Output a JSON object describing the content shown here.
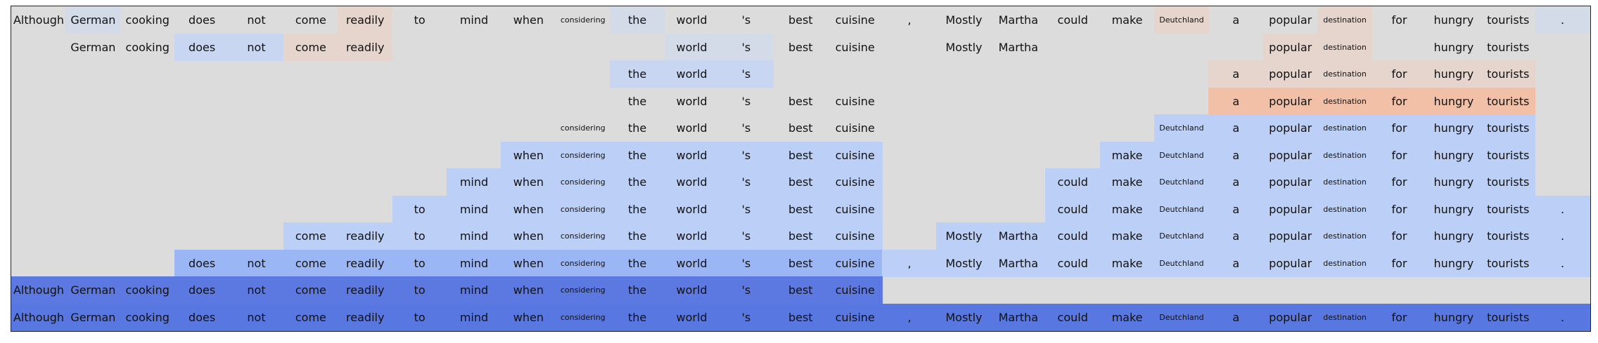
{
  "tokens": [
    "Although",
    "German",
    "cooking",
    "does",
    "not",
    "come",
    "readily",
    "to",
    "mind",
    "when",
    "considering",
    "the",
    "world",
    "'s",
    "best",
    "cuisine",
    ",",
    "Mostly",
    "Martha",
    "could",
    "make",
    "Deutchland",
    "a",
    "popular",
    "destination",
    "for",
    "hungry",
    "tourists",
    "."
  ],
  "small_tokens": [
    10,
    21,
    24
  ],
  "colors": {
    "empty": "#dcdcdc",
    "B1": "#d3dbe9",
    "B2": "#c9d6f1",
    "B3": "#bccff6",
    "B4": "#9bb6f5",
    "B5": "#5b79e0",
    "B6": "#5877e0",
    "R1": "#e6d5cd",
    "R2": "#eec8b6",
    "R3": "#f1c0a6"
  },
  "rows": [
    {
      "cells": {
        "0": "N",
        "1": "B1",
        "2": "N",
        "3": "N",
        "4": "N",
        "5": "N",
        "6": "R1",
        "7": "N",
        "8": "N",
        "9": "N",
        "10": "N",
        "11": "B1",
        "12": "N",
        "13": "N",
        "14": "N",
        "15": "N",
        "16": "N",
        "17": "N",
        "18": "N",
        "19": "N",
        "20": "N",
        "21": "R1",
        "22": "N",
        "23": "N",
        "24": "R1",
        "25": "N",
        "26": "N",
        "27": "N",
        "28": "B1"
      }
    },
    {
      "cells": {
        "1": "N",
        "2": "N",
        "3": "B2",
        "4": "B2",
        "5": "R1",
        "6": "R1",
        "12": "B1",
        "13": "B1",
        "14": "N",
        "15": "N",
        "17": "N",
        "18": "N",
        "23": "R1",
        "24": "R1",
        "26": "N",
        "27": "N"
      }
    },
    {
      "cells": {
        "11": "B2",
        "12": "B2",
        "13": "B2",
        "22": "R1",
        "23": "R1",
        "24": "R1",
        "25": "R1",
        "26": "R1",
        "27": "R1"
      }
    },
    {
      "cells": {
        "11": "N",
        "12": "N",
        "13": "N",
        "14": "N",
        "15": "N",
        "22": "R3",
        "23": "R3",
        "24": "R3",
        "25": "R3",
        "26": "R3",
        "27": "R3"
      }
    },
    {
      "cells": {
        "10": "N",
        "11": "N",
        "12": "N",
        "13": "N",
        "14": "N",
        "15": "N",
        "21": "B3",
        "22": "B3",
        "23": "B3",
        "24": "B3",
        "25": "B3",
        "26": "B3",
        "27": "B3"
      }
    },
    {
      "cells": {
        "9": "B3",
        "10": "B3",
        "11": "B3",
        "12": "B3",
        "13": "B3",
        "14": "B3",
        "15": "B3",
        "20": "B3",
        "21": "B3",
        "22": "B3",
        "23": "B3",
        "24": "B3",
        "25": "B3",
        "26": "B3",
        "27": "B3"
      }
    },
    {
      "cells": {
        "8": "B3",
        "9": "B3",
        "10": "B3",
        "11": "B3",
        "12": "B3",
        "13": "B3",
        "14": "B3",
        "15": "B3",
        "19": "B3",
        "20": "B3",
        "21": "B3",
        "22": "B3",
        "23": "B3",
        "24": "B3",
        "25": "B3",
        "26": "B3",
        "27": "B3"
      }
    },
    {
      "cells": {
        "7": "B3",
        "8": "B3",
        "9": "B3",
        "10": "B3",
        "11": "B3",
        "12": "B3",
        "13": "B3",
        "14": "B3",
        "15": "B3",
        "19": "B3",
        "20": "B3",
        "21": "B3",
        "22": "B3",
        "23": "B3",
        "24": "B3",
        "25": "B3",
        "26": "B3",
        "27": "B3",
        "28": "B3"
      }
    },
    {
      "cells": {
        "5": "B3",
        "6": "B3",
        "7": "B3",
        "8": "B3",
        "9": "B3",
        "10": "B3",
        "11": "B3",
        "12": "B3",
        "13": "B3",
        "14": "B3",
        "15": "B3",
        "17": "B3",
        "18": "B3",
        "19": "B3",
        "20": "B3",
        "21": "B3",
        "22": "B3",
        "23": "B3",
        "24": "B3",
        "25": "B3",
        "26": "B3",
        "27": "B3",
        "28": "B3"
      }
    },
    {
      "cells": {
        "3": "B4",
        "4": "B4",
        "5": "B4",
        "6": "B4",
        "7": "B4",
        "8": "B4",
        "9": "B4",
        "10": "B4",
        "11": "B4",
        "12": "B4",
        "13": "B4",
        "14": "B4",
        "15": "B4",
        "16": "B3",
        "17": "B3",
        "18": "B3",
        "19": "B3",
        "20": "B3",
        "21": "B3",
        "22": "B3",
        "23": "B3",
        "24": "B3",
        "25": "B3",
        "26": "B3",
        "27": "B3",
        "28": "B3"
      }
    },
    {
      "cells": {
        "0": "B5",
        "1": "B5",
        "2": "B5",
        "3": "B5",
        "4": "B5",
        "5": "B5",
        "6": "B5",
        "7": "B5",
        "8": "B5",
        "9": "B5",
        "10": "B5",
        "11": "B5",
        "12": "B5",
        "13": "B5",
        "14": "B5",
        "15": "B5"
      }
    },
    {
      "cells": {
        "0": "B6",
        "1": "B6",
        "2": "B6",
        "3": "B6",
        "4": "B6",
        "5": "B6",
        "6": "B6",
        "7": "B6",
        "8": "B6",
        "9": "B6",
        "10": "B6",
        "11": "B6",
        "12": "B6",
        "13": "B6",
        "14": "B6",
        "15": "B6",
        "16": "B6",
        "17": "B6",
        "18": "B6",
        "19": "B6",
        "20": "B6",
        "21": "B6",
        "22": "B6",
        "23": "B6",
        "24": "B6",
        "25": "B6",
        "26": "B6",
        "27": "B6",
        "28": "B6"
      }
    }
  ]
}
